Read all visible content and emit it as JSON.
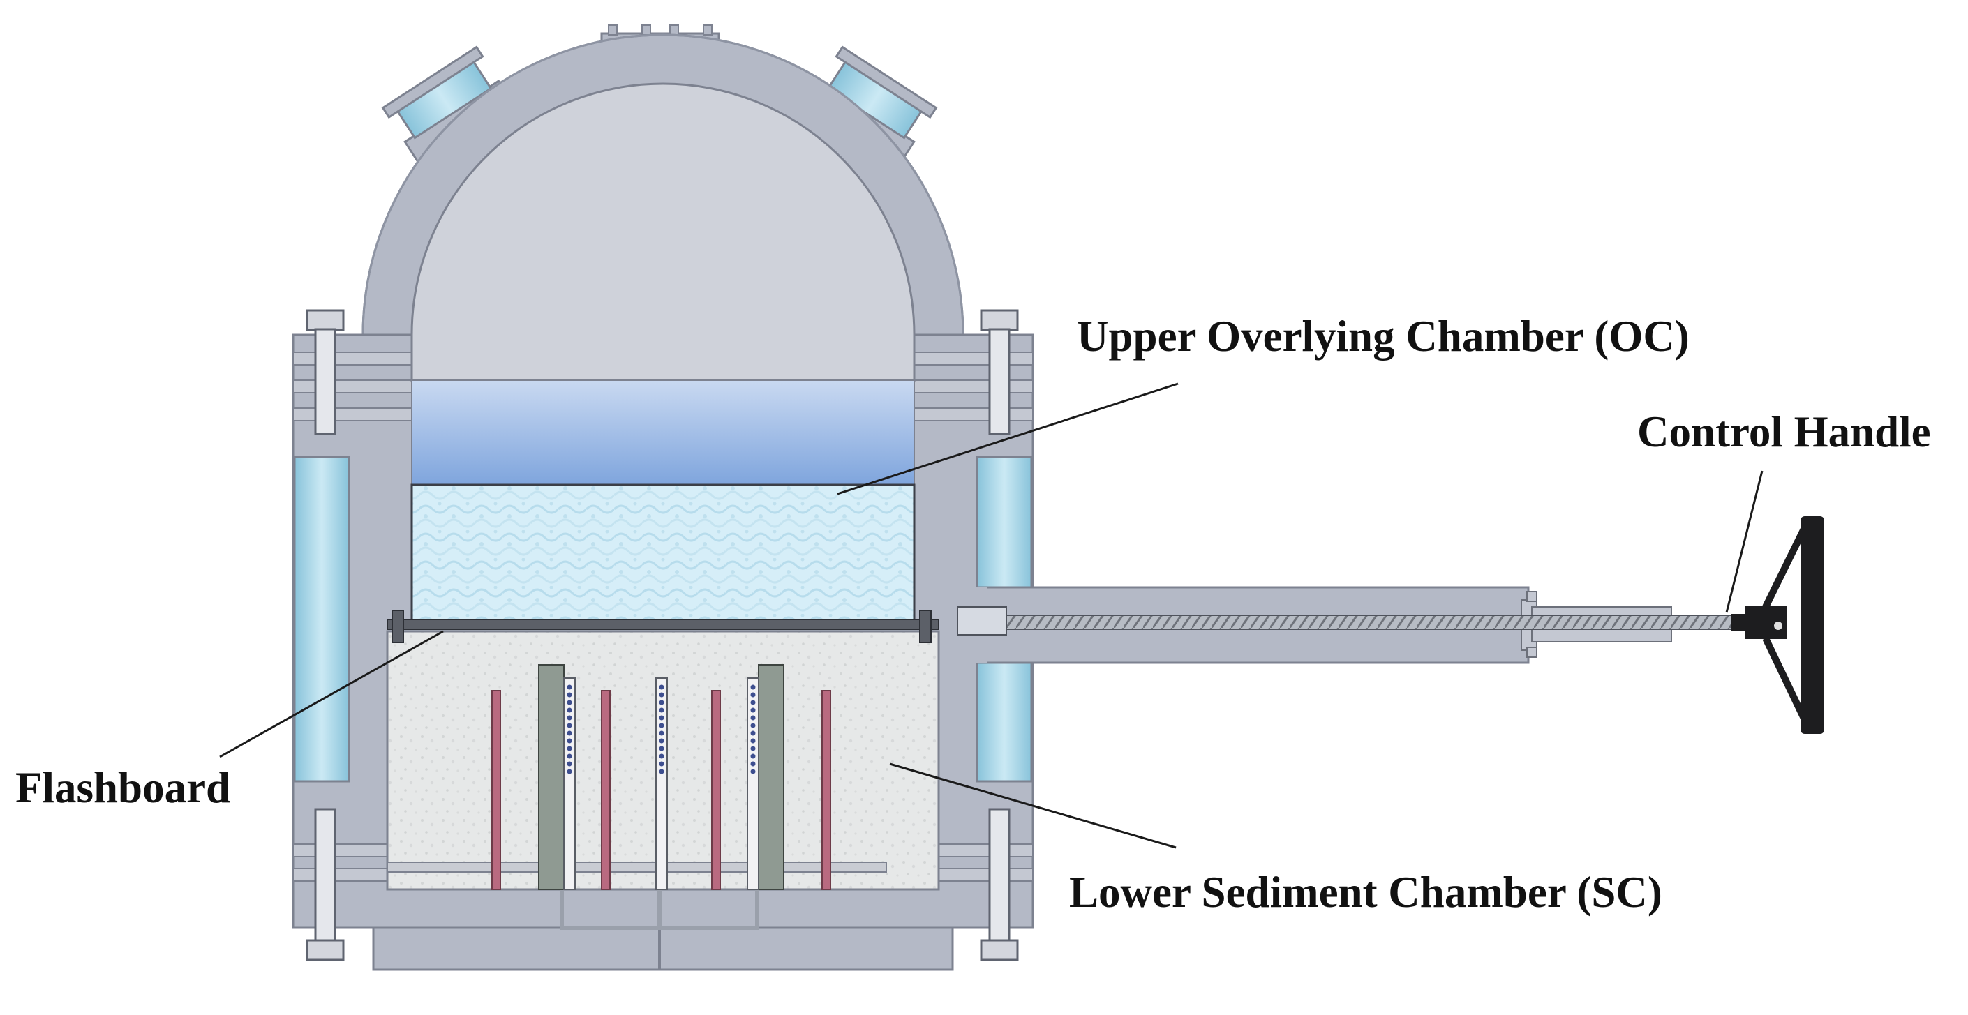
{
  "diagram": {
    "labels": {
      "upper_chamber": "Upper Overlying Chamber (OC)",
      "control_handle": "Control Handle",
      "flashboard": "Flashboard",
      "lower_chamber": "Lower Sediment Chamber (SC)"
    },
    "colors": {
      "steel": "#b4b9c6",
      "steel_dark": "#8e94a3",
      "inner_air": "#cfd2da",
      "water_top": "#c9d9f1",
      "water_bottom": "#7fa5dd",
      "overlying_fill": "#d6eef8",
      "sediment_fill": "#e6e8e8",
      "glass": "#a8d6e8",
      "probe_red": "#b96a80",
      "tube_grey": "#8f9a92",
      "handle_black": "#1d1d1f",
      "screw": "#9a9fa8"
    }
  }
}
